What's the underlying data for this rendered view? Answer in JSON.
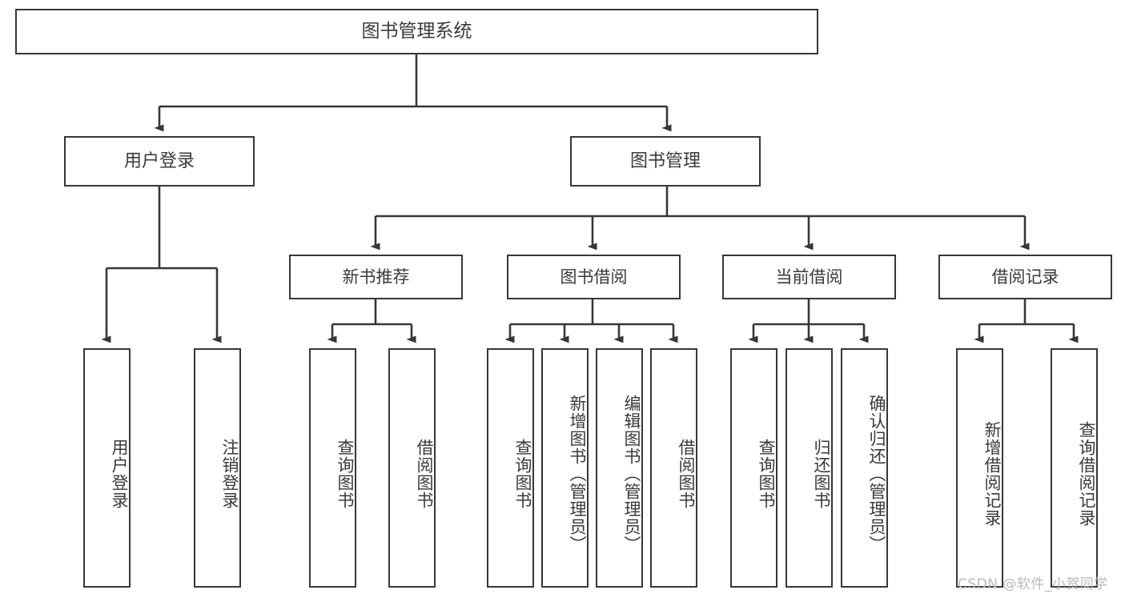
{
  "diagram": {
    "type": "tree-hierarchy",
    "title": "图书管理系统",
    "orientation": "top-down",
    "line_color": "#37373a",
    "text_color": "#3a3a3d",
    "background": "#ffffff"
  },
  "nodes": {
    "root": {
      "label": "图书管理系统",
      "level": 0
    },
    "level1": [
      {
        "label": "用户登录",
        "level": 1
      },
      {
        "label": "图书管理",
        "level": 1
      }
    ],
    "level2": [
      {
        "label": "新书推荐",
        "level": 2
      },
      {
        "label": "图书借阅",
        "level": 2
      },
      {
        "label": "当前借阅",
        "level": 2
      },
      {
        "label": "借阅记录",
        "level": 2
      }
    ],
    "leaves": {
      "user_login": [
        {
          "label": "用户登录"
        },
        {
          "label": "注销登录"
        }
      ],
      "new_book_recommend": [
        {
          "label": "查询图书"
        },
        {
          "label": "借阅图书"
        }
      ],
      "book_borrow": [
        {
          "label": "查询图书"
        },
        {
          "label": "新增图书（管理员）"
        },
        {
          "label": "编辑图书（管理员）"
        },
        {
          "label": "借阅图书"
        }
      ],
      "current_borrow": [
        {
          "label": "查询图书"
        },
        {
          "label": "归还图书"
        },
        {
          "label": "确认归还（管理员）"
        }
      ],
      "borrow_record": [
        {
          "label": "新增借阅记录"
        },
        {
          "label": "查询借阅记录"
        }
      ]
    }
  },
  "watermark": {
    "text": "CSDN @软件_小贺同学"
  }
}
